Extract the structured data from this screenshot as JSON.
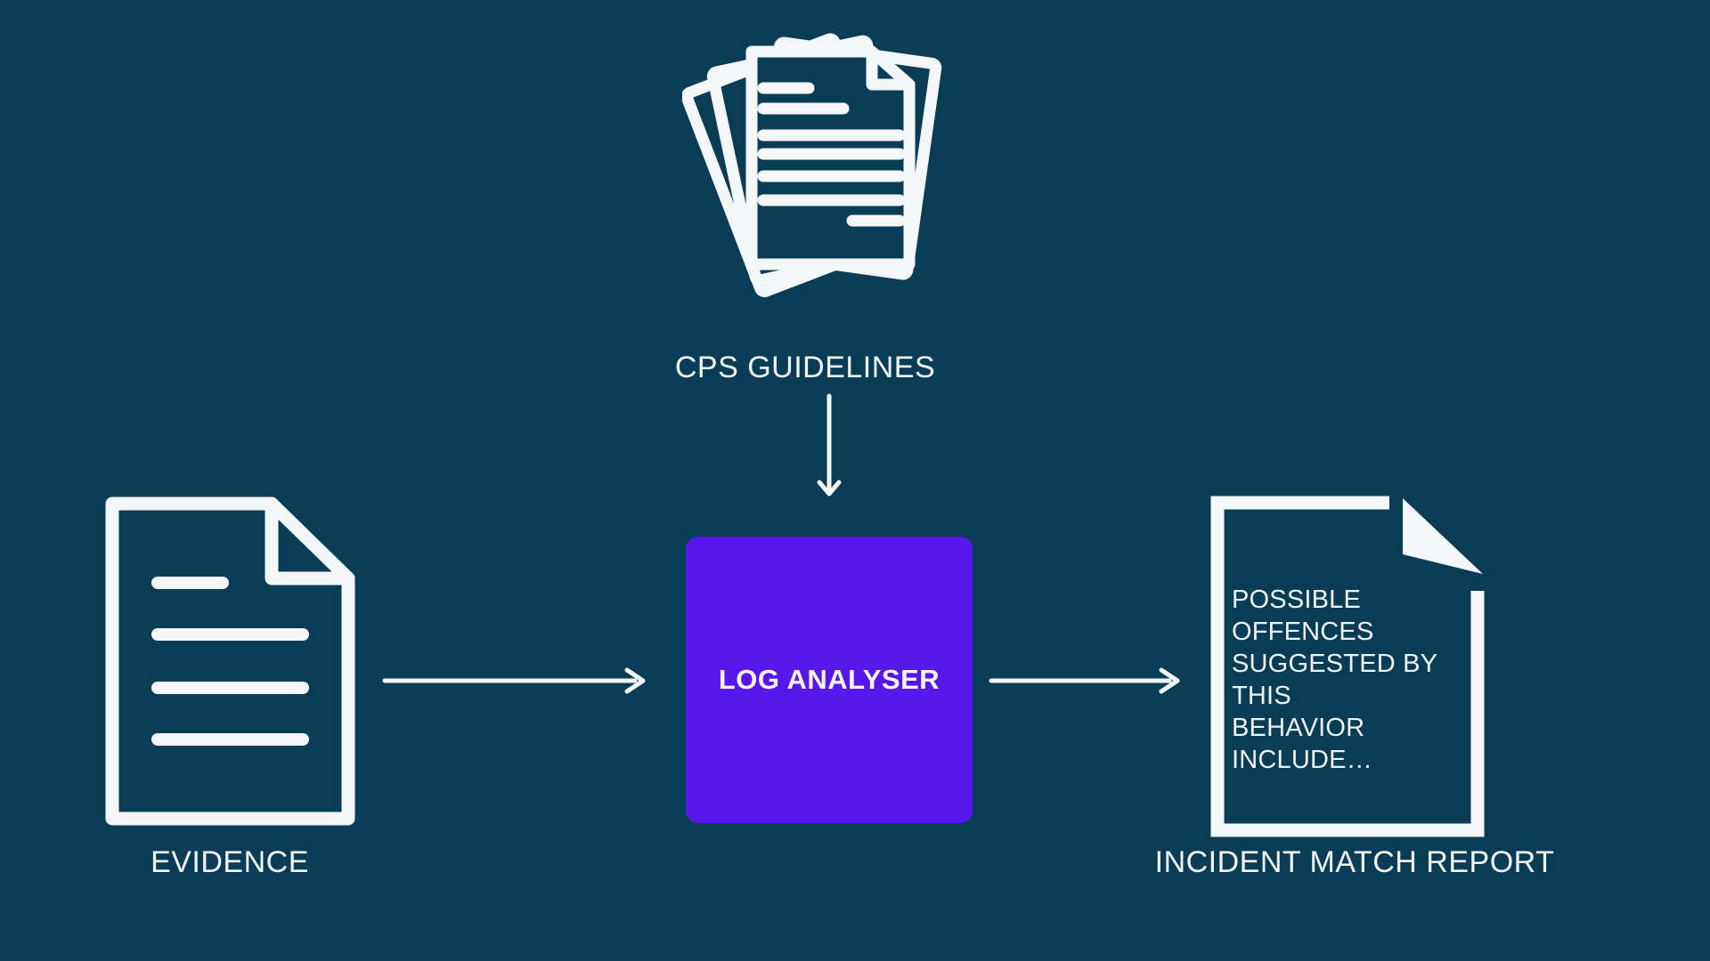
{
  "colors": {
    "background": "#0b3c55",
    "accent_purple": "#5617ea",
    "icon_and_text": "#f4f7f8"
  },
  "nodes": {
    "guidelines": {
      "label": "CPS GUIDELINES",
      "icon": "document-stack-icon"
    },
    "evidence": {
      "label": "EVIDENCE",
      "icon": "document-icon"
    },
    "log_analyser": {
      "label": "LOG ANALYSER"
    },
    "report": {
      "label": "INCIDENT MATCH REPORT",
      "icon": "folded-document-icon",
      "note_lines": [
        "POSSIBLE OFFENCES",
        "SUGGESTED BY THIS",
        "BEHAVIOR",
        "INCLUDE…"
      ]
    }
  },
  "connections": [
    {
      "from": "CPS GUIDELINES",
      "to": "LOG ANALYSER",
      "direction": "down"
    },
    {
      "from": "EVIDENCE",
      "to": "LOG ANALYSER",
      "direction": "right"
    },
    {
      "from": "LOG ANALYSER",
      "to": "INCIDENT MATCH REPORT",
      "direction": "right"
    }
  ]
}
